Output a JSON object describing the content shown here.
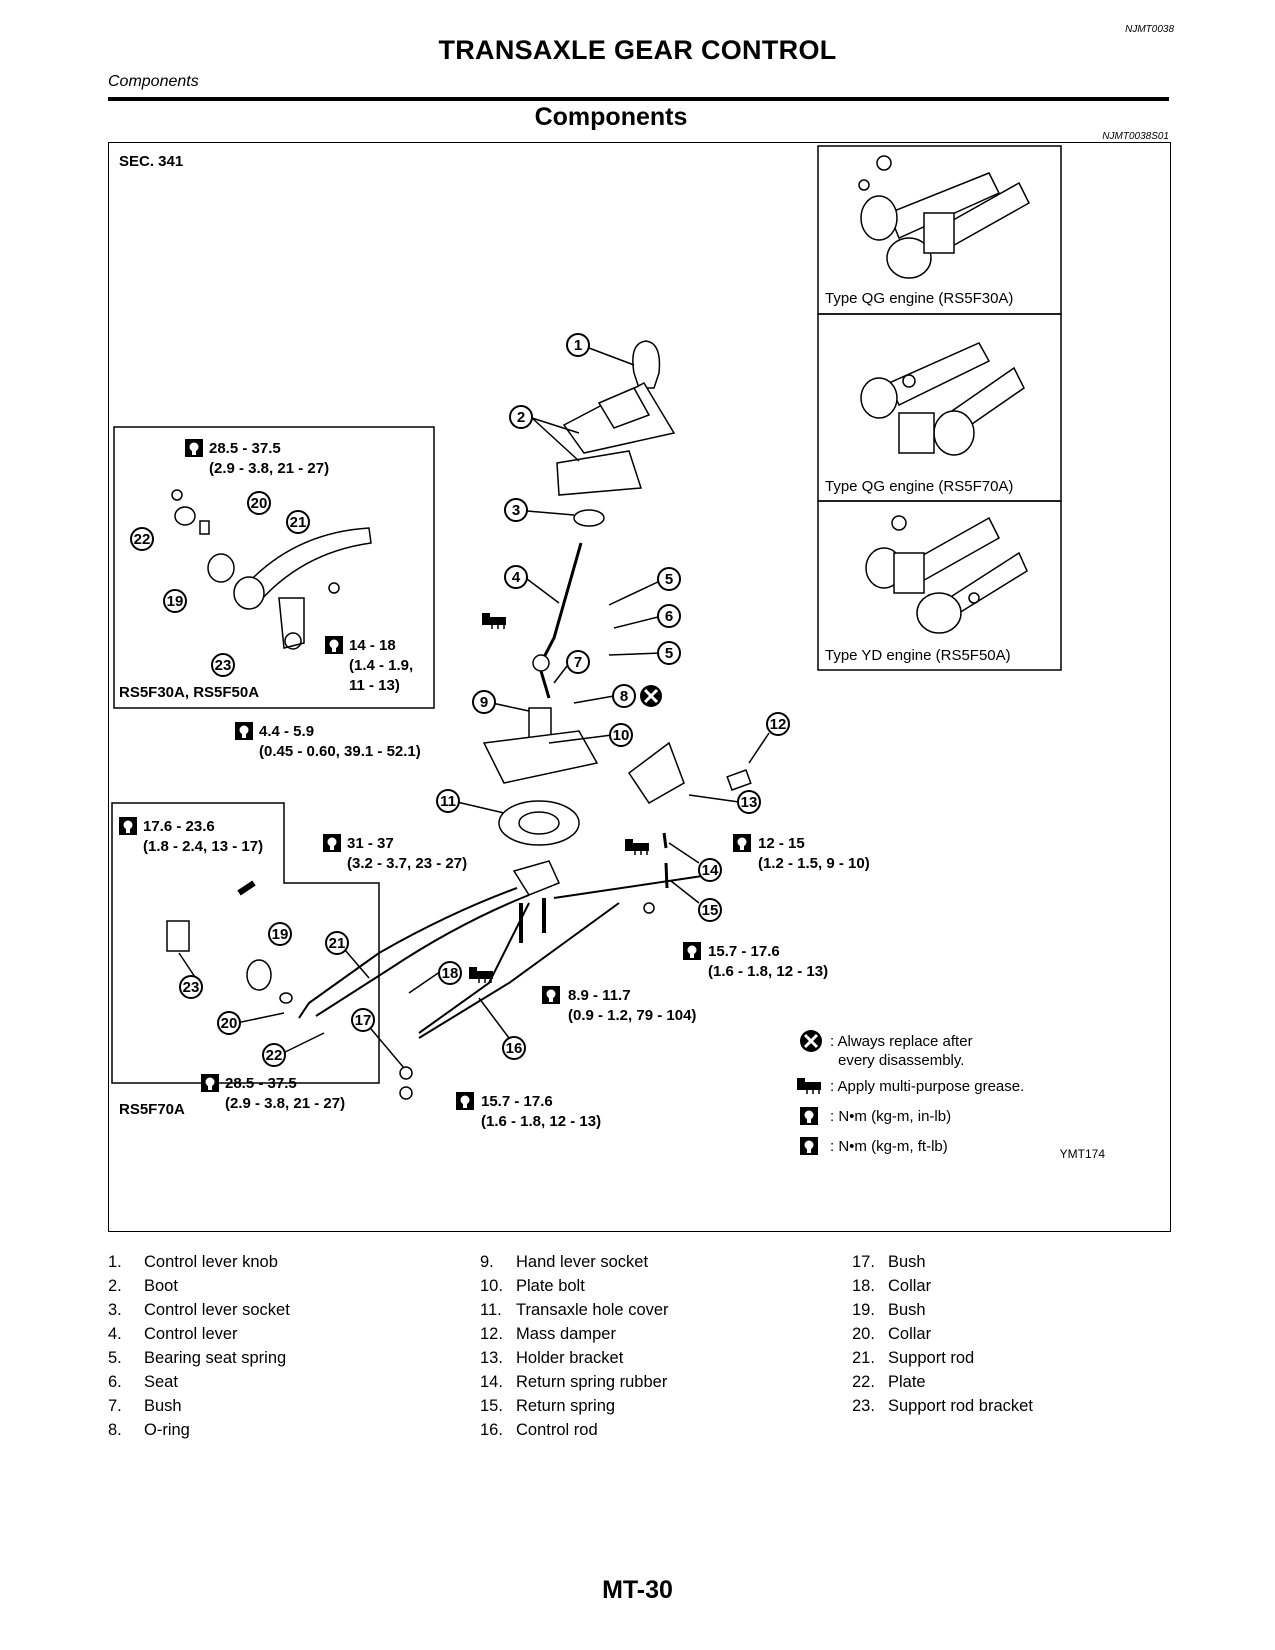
{
  "header": {
    "ref_code": "NJMT0038",
    "title": "TRANSAXLE GEAR CONTROL",
    "section": "Components"
  },
  "subsection": {
    "title": "Components",
    "ref_code": "NJMT0038S01"
  },
  "figure": {
    "sec": "SEC. 341",
    "figure_id": "YMT174",
    "insets": [
      {
        "label": "Type QG engine (RS5F30A)"
      },
      {
        "label": "Type QG engine (RS5F70A)"
      },
      {
        "label": "Type YD engine (RS5F50A)"
      }
    ],
    "box1_label": "RS5F30A, RS5F50A",
    "box2_label": "RS5F70A",
    "torques": {
      "t1": [
        "28.5 - 37.5",
        "(2.9 - 3.8, 21 - 27)"
      ],
      "t2": [
        "14 - 18",
        "(1.4 - 1.9,",
        "11 - 13)"
      ],
      "t3": [
        "4.4 - 5.9",
        "(0.45 - 0.60, 39.1 - 52.1)"
      ],
      "t4": [
        "17.6 - 23.6",
        "(1.8 - 2.4, 13 - 17)"
      ],
      "t5": [
        "31 - 37",
        "(3.2 - 3.7, 23 - 27)"
      ],
      "t6": [
        "12 - 15",
        "(1.2 - 1.5, 9 - 10)"
      ],
      "t7": [
        "15.7 - 17.6",
        "(1.6 - 1.8, 12 - 13)"
      ],
      "t8": [
        "8.9 - 11.7",
        "(0.9 - 1.2, 79 - 104)"
      ],
      "t9": [
        "28.5 - 37.5",
        "(2.9 - 3.8, 21 - 27)"
      ],
      "t10": [
        "15.7 - 17.6",
        "(1.6 - 1.8, 12 - 13)"
      ]
    },
    "legend": {
      "replace": [
        ": Always replace after",
        "every disassembly."
      ],
      "grease": ": Apply multi-purpose grease.",
      "nm_in": ": N•m (kg-m, in-lb)",
      "nm_ft": ": N•m (kg-m, ft-lb)"
    }
  },
  "parts": [
    {
      "num": "1.",
      "name": "Control lever knob"
    },
    {
      "num": "2.",
      "name": "Boot"
    },
    {
      "num": "3.",
      "name": "Control lever socket"
    },
    {
      "num": "4.",
      "name": "Control lever"
    },
    {
      "num": "5.",
      "name": "Bearing seat spring"
    },
    {
      "num": "6.",
      "name": "Seat"
    },
    {
      "num": "7.",
      "name": "Bush"
    },
    {
      "num": "8.",
      "name": "O-ring"
    },
    {
      "num": "9.",
      "name": "Hand lever socket"
    },
    {
      "num": "10.",
      "name": "Plate bolt"
    },
    {
      "num": "11.",
      "name": "Transaxle hole cover"
    },
    {
      "num": "12.",
      "name": "Mass damper"
    },
    {
      "num": "13.",
      "name": "Holder bracket"
    },
    {
      "num": "14.",
      "name": "Return spring rubber"
    },
    {
      "num": "15.",
      "name": "Return spring"
    },
    {
      "num": "16.",
      "name": "Control rod"
    },
    {
      "num": "17.",
      "name": "Bush"
    },
    {
      "num": "18.",
      "name": "Collar"
    },
    {
      "num": "19.",
      "name": "Bush"
    },
    {
      "num": "20.",
      "name": "Collar"
    },
    {
      "num": "21.",
      "name": "Support rod"
    },
    {
      "num": "22.",
      "name": "Plate"
    },
    {
      "num": "23.",
      "name": "Support rod bracket"
    }
  ],
  "page_number": "MT-30"
}
